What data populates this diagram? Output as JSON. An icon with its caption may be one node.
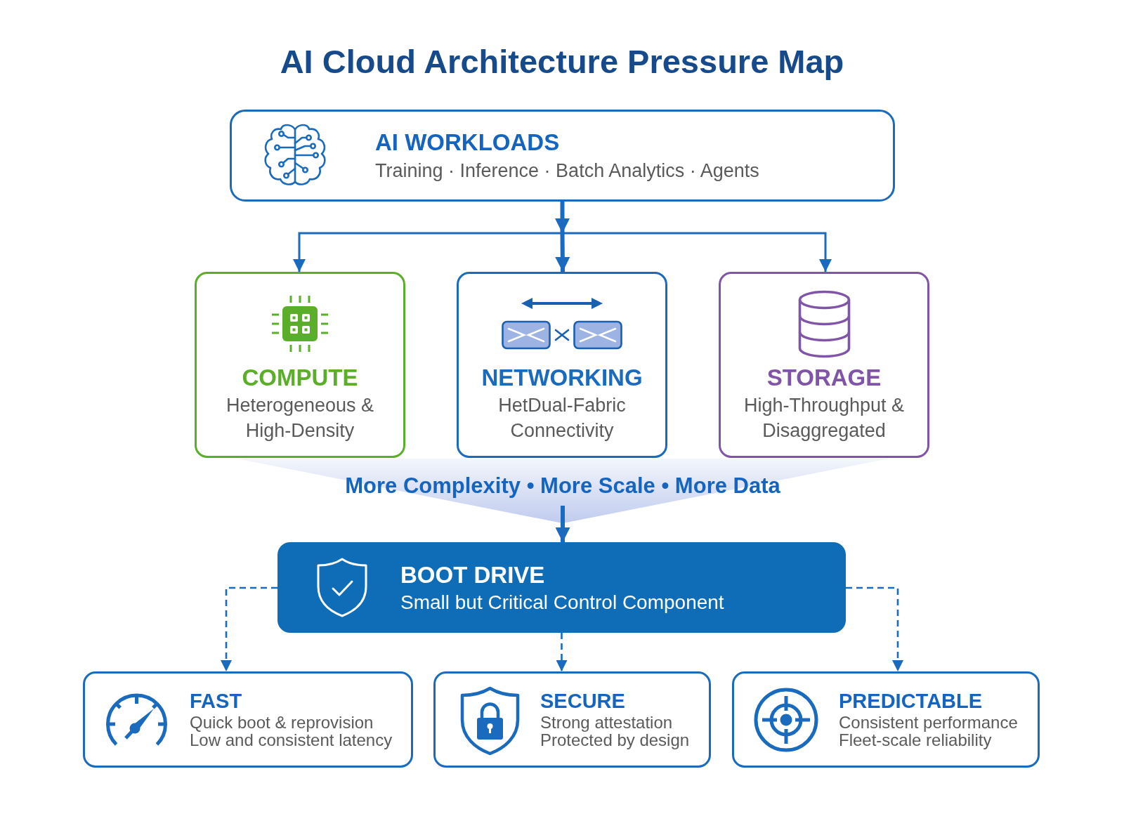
{
  "diagram": {
    "title": "AI Cloud Architecture Pressure Map",
    "nodes": [
      {
        "text": [
          "AI WORKLOADS",
          "Training · Inference · Batch Analytics · Agents"
        ]
      },
      {
        "text": [
          "COMPUTE",
          "Heterogeneous & High-Density"
        ]
      },
      {
        "text": [
          "NETWORKING",
          "HetDual-Fabric Connectivity"
        ]
      },
      {
        "text": [
          "STORAGE",
          "High-Throughput & Disaggregated"
        ]
      },
      {
        "text": [
          "More Complexity • More Scale • More Data"
        ]
      },
      {
        "text": [
          "BOOT DRIVE",
          "Small but Critical Control Component"
        ]
      },
      {
        "text": [
          "FAST",
          "Quick boot & reprovision",
          "Low and consistent latency"
        ]
      },
      {
        "text": [
          "SECURE",
          "Strong attestation",
          "Protected by design"
        ]
      },
      {
        "text": [
          "PREDICTABLE",
          "Consistent performance",
          "Fleet-scale reliability"
        ]
      }
    ],
    "edges": [
      {
        "from": 0,
        "to": 1,
        "arrow": "to"
      },
      {
        "from": 0,
        "to": 2,
        "arrow": "to",
        "style": "thick"
      },
      {
        "from": 0,
        "to": 3,
        "arrow": "to"
      },
      {
        "from": 4,
        "to": 5,
        "arrow": "to",
        "style": "thick"
      },
      {
        "from": 5,
        "to": 6,
        "arrow": "to",
        "style": "dashed"
      },
      {
        "from": 5,
        "to": 7,
        "arrow": "to",
        "style": "dashed"
      },
      {
        "from": 5,
        "to": 8,
        "arrow": "to",
        "style": "dashed"
      }
    ]
  }
}
